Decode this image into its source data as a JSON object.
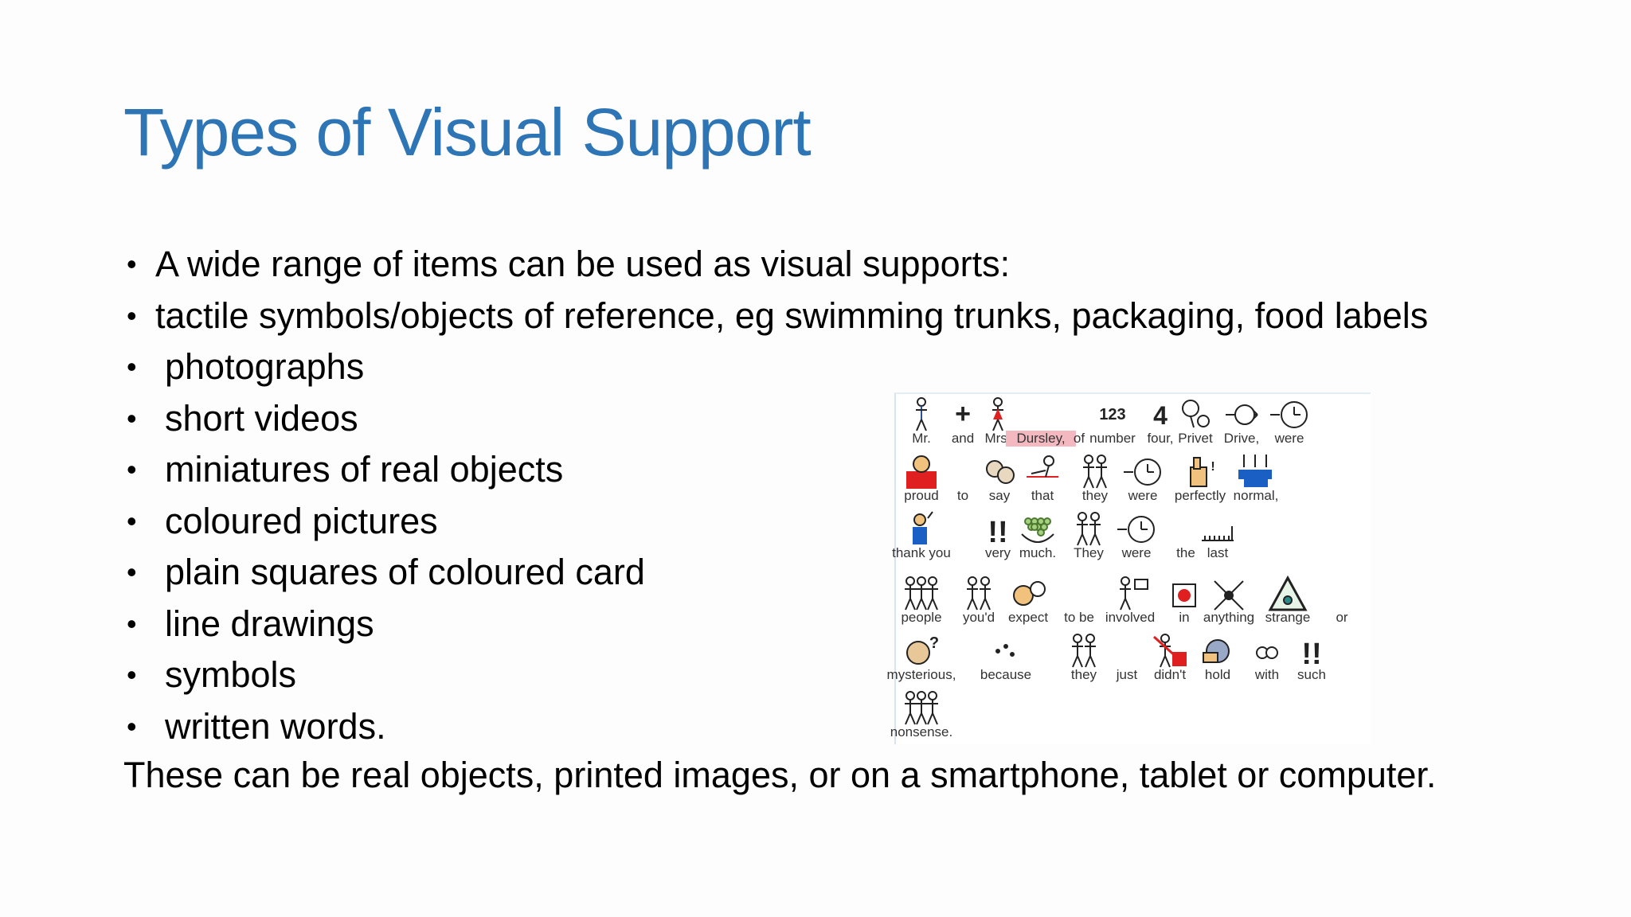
{
  "slide": {
    "title": "Types of Visual Support",
    "bullets": [
      "A wide range of items can be used as visual supports:",
      "tactile symbols/objects of reference, eg swimming trunks, packaging, food labels",
      "photographs",
      "short videos",
      "miniatures of real objects",
      "coloured pictures",
      "plain squares of coloured card",
      "line drawings",
      "symbols",
      "written words."
    ],
    "closing": "These can be real objects, printed images, or on a smartphone, tablet or computer."
  },
  "symbol_image": {
    "words": [
      [
        "Mr.",
        "and",
        "Mrs.",
        "Dursley,",
        "of",
        "number",
        "four,",
        "Privet",
        "Drive,",
        "were"
      ],
      [
        "proud",
        "to",
        "say",
        "that",
        "they",
        "were",
        "perfectly",
        "normal,"
      ],
      [
        "thank you",
        "very",
        "much.",
        "They",
        "were",
        "the",
        "last"
      ],
      [
        "people",
        "you'd",
        "expect",
        "to be",
        "involved",
        "in",
        "anything",
        "strange",
        "or"
      ],
      [
        "mysterious,",
        "because",
        "they",
        "just",
        "didn't",
        "hold",
        "with",
        "such"
      ],
      [
        "nonsense."
      ]
    ],
    "glyphs": {
      "plus": "+",
      "number_123": "123",
      "number_4": "4",
      "exclaim": "!!"
    },
    "highlight_color": "#f4b8c0"
  },
  "colors": {
    "title": "#2e75b6",
    "text": "#000000"
  }
}
